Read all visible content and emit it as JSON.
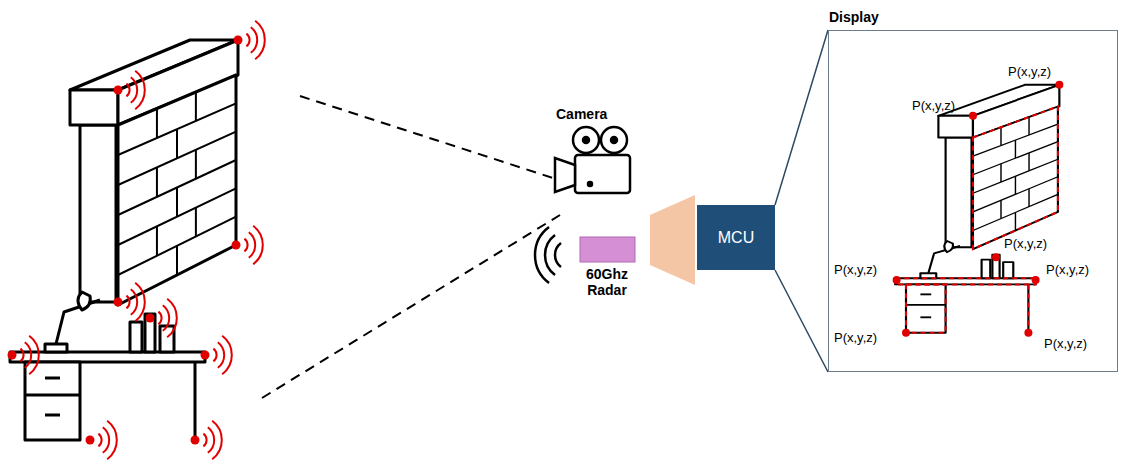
{
  "diagram": {
    "nodes": [
      {
        "text": [
          "MCU"
        ]
      },
      {
        "text": [
          "Display"
        ]
      }
    ],
    "edges": [
      {
        "from": 0,
        "to": 1,
        "arrow": "none"
      }
    ],
    "labels": [
      "Camera",
      "60Ghz Radar",
      "P(x,y,z)",
      "P(x,y,z)",
      "P(x,y,z)",
      "P(x,y,z)",
      "P(x,y,z)",
      "P(x,y,z)",
      "P(x,y,z)"
    ]
  }
}
